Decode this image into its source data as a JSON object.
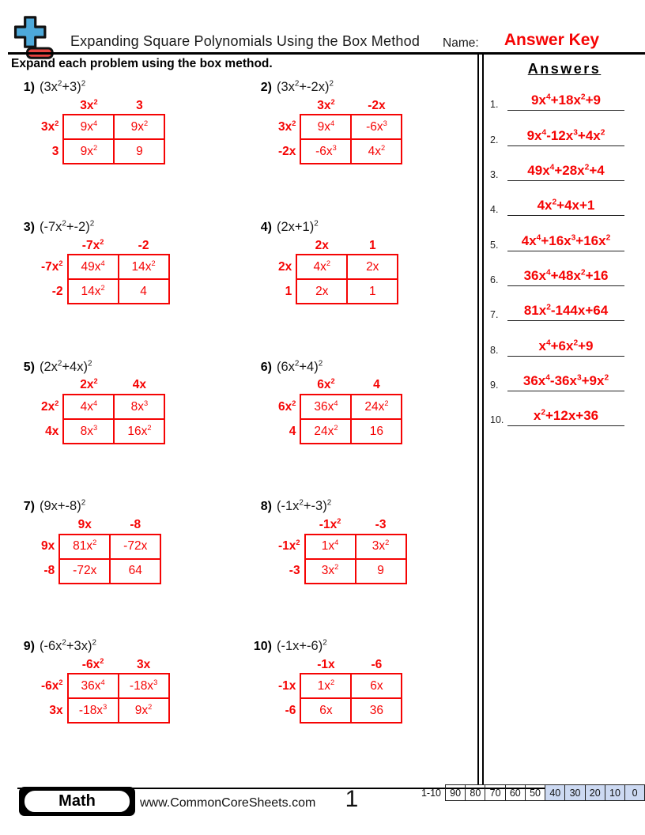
{
  "header": {
    "title": "Expanding Square Polynomials Using the Box Method",
    "name_label": "Name:",
    "name_value": "Answer Key",
    "logo_icon": "plus-minus-icon"
  },
  "instructions": "Expand each problem using the box method.",
  "problems": [
    {
      "num": "1)",
      "expression": "(3x^2+3)^2",
      "col_headers": [
        "3x^2",
        "3"
      ],
      "row_headers": [
        "3x^2",
        "3"
      ],
      "cells": [
        [
          "9x^4",
          "9x^2"
        ],
        [
          "9x^2",
          "9"
        ]
      ]
    },
    {
      "num": "2)",
      "expression": "(3x^2+-2x)^2",
      "col_headers": [
        "3x^2",
        "-2x"
      ],
      "row_headers": [
        "3x^2",
        "-2x"
      ],
      "cells": [
        [
          "9x^4",
          "-6x^3"
        ],
        [
          "-6x^3",
          "4x^2"
        ]
      ]
    },
    {
      "num": "3)",
      "expression": "(-7x^2+-2)^2",
      "col_headers": [
        "-7x^2",
        "-2"
      ],
      "row_headers": [
        "-7x^2",
        "-2"
      ],
      "cells": [
        [
          "49x^4",
          "14x^2"
        ],
        [
          "14x^2",
          "4"
        ]
      ]
    },
    {
      "num": "4)",
      "expression": "(2x+1)^2",
      "col_headers": [
        "2x",
        "1"
      ],
      "row_headers": [
        "2x",
        "1"
      ],
      "cells": [
        [
          "4x^2",
          "2x"
        ],
        [
          "2x",
          "1"
        ]
      ]
    },
    {
      "num": "5)",
      "expression": "(2x^2+4x)^2",
      "col_headers": [
        "2x^2",
        "4x"
      ],
      "row_headers": [
        "2x^2",
        "4x"
      ],
      "cells": [
        [
          "4x^4",
          "8x^3"
        ],
        [
          "8x^3",
          "16x^2"
        ]
      ]
    },
    {
      "num": "6)",
      "expression": "(6x^2+4)^2",
      "col_headers": [
        "6x^2",
        "4"
      ],
      "row_headers": [
        "6x^2",
        "4"
      ],
      "cells": [
        [
          "36x^4",
          "24x^2"
        ],
        [
          "24x^2",
          "16"
        ]
      ]
    },
    {
      "num": "7)",
      "expression": "(9x+-8)^2",
      "col_headers": [
        "9x",
        "-8"
      ],
      "row_headers": [
        "9x",
        "-8"
      ],
      "cells": [
        [
          "81x^2",
          "-72x"
        ],
        [
          "-72x",
          "64"
        ]
      ]
    },
    {
      "num": "8)",
      "expression": "(-1x^2+-3)^2",
      "col_headers": [
        "-1x^2",
        "-3"
      ],
      "row_headers": [
        "-1x^2",
        "-3"
      ],
      "cells": [
        [
          "1x^4",
          "3x^2"
        ],
        [
          "3x^2",
          "9"
        ]
      ]
    },
    {
      "num": "9)",
      "expression": "(-6x^2+3x)^2",
      "col_headers": [
        "-6x^2",
        "3x"
      ],
      "row_headers": [
        "-6x^2",
        "3x"
      ],
      "cells": [
        [
          "36x^4",
          "-18x^3"
        ],
        [
          "-18x^3",
          "9x^2"
        ]
      ]
    },
    {
      "num": "10)",
      "expression": "(-1x+-6)^2",
      "col_headers": [
        "-1x",
        "-6"
      ],
      "row_headers": [
        "-1x",
        "-6"
      ],
      "cells": [
        [
          "1x^2",
          "6x"
        ],
        [
          "6x",
          "36"
        ]
      ]
    }
  ],
  "answers_panel": {
    "title": "Answers",
    "items": [
      {
        "num": "1.",
        "value": "9x^4+18x^2+9"
      },
      {
        "num": "2.",
        "value": "9x^4-12x^3+4x^2"
      },
      {
        "num": "3.",
        "value": "49x^4+28x^2+4"
      },
      {
        "num": "4.",
        "value": "4x^2+4x+1"
      },
      {
        "num": "5.",
        "value": "4x^4+16x^3+16x^2"
      },
      {
        "num": "6.",
        "value": "36x^4+48x^2+16"
      },
      {
        "num": "7.",
        "value": "81x^2-144x+64"
      },
      {
        "num": "8.",
        "value": "x^4+6x^2+9"
      },
      {
        "num": "9.",
        "value": "36x^4-36x^3+9x^2"
      },
      {
        "num": "10.",
        "value": "x^2+12x+36"
      }
    ]
  },
  "footer": {
    "subject_badge": "Math",
    "website": "www.CommonCoreSheets.com",
    "page_number": "1",
    "grade_scale": {
      "range_label": "1-10",
      "values": [
        "90",
        "80",
        "70",
        "60",
        "50",
        "40",
        "30",
        "20",
        "10",
        "0"
      ],
      "highlight_start_index": 5
    }
  },
  "colors": {
    "accent_red": "#f50404",
    "logo_blue": "#4da9da",
    "logo_red": "#e84340",
    "grade_highlight": "#ccd9f2"
  }
}
